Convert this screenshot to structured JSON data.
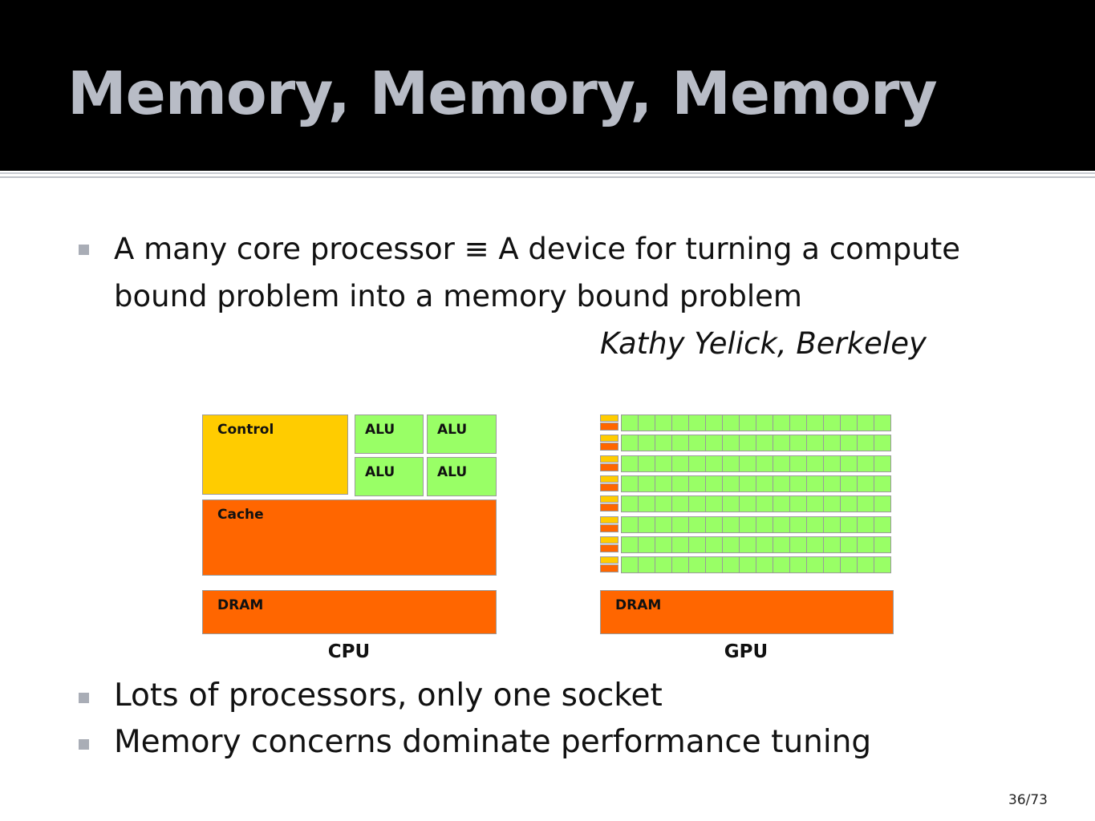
{
  "slide": {
    "title": "Memory, Memory, Memory",
    "bullets": [
      "A many core processor ≡ A device for turning a compute",
      "bound problem into a memory bound problem",
      "Lots of processors, only one socket",
      "Memory concerns dominate performance tuning"
    ],
    "attribution": "Kathy Yelick, Berkeley",
    "page_number": "36/73"
  },
  "diagram": {
    "cpu": {
      "caption": "CPU",
      "control_label": "Control",
      "alu_labels": [
        "ALU",
        "ALU",
        "ALU",
        "ALU"
      ],
      "cache_label": "Cache",
      "dram_label": "DRAM"
    },
    "gpu": {
      "caption": "GPU",
      "dram_label": "DRAM",
      "rows": 8,
      "alus_per_row": 16
    },
    "colors": {
      "control": "#ffcc00",
      "alu": "#99ff66",
      "cache": "#ff6600",
      "dram": "#ff6600",
      "title_bar": "#000000",
      "title_text": "#b8bcc6",
      "bullet": "#a9adb6"
    }
  }
}
